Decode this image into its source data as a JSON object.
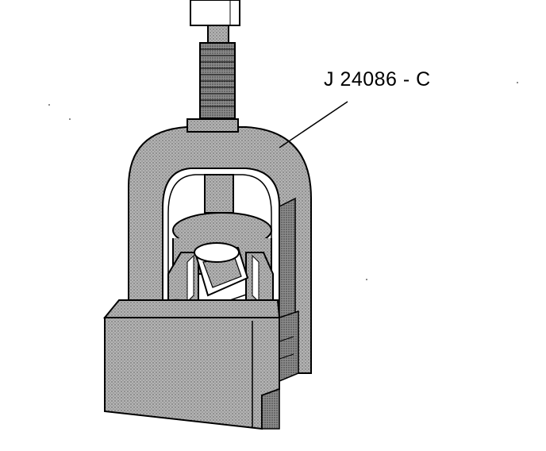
{
  "diagram": {
    "callout_label": "J 24086 - C",
    "line_color": "#000000",
    "fill_color": "#a8a8a8",
    "background": "#ffffff",
    "parts": [
      "press-ram",
      "threaded-screw",
      "press-frame",
      "v-block-fixture",
      "connecting-rod",
      "support-block",
      "locating-pins"
    ]
  }
}
